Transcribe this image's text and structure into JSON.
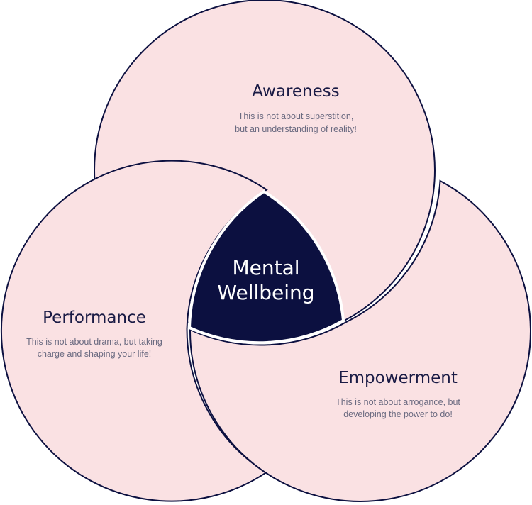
{
  "diagram": {
    "center_label_line1": "Mental",
    "center_label_line2": "Wellbeing",
    "circles": {
      "awareness": {
        "title": "Awareness",
        "line1": "This is not about superstition,",
        "line2": "but an understanding of reality!"
      },
      "performance": {
        "title": "Performance",
        "line1": "This is not about drama, but taking",
        "line2": "charge and shaping your life!"
      },
      "empowerment": {
        "title": "Empowerment",
        "line1": "This is not about arrogance, but",
        "line2": "developing the power to do!"
      }
    },
    "colors": {
      "circle_fill": "#fae1e3",
      "outline": "#0c1040",
      "core_fill": "#0c1040"
    }
  }
}
